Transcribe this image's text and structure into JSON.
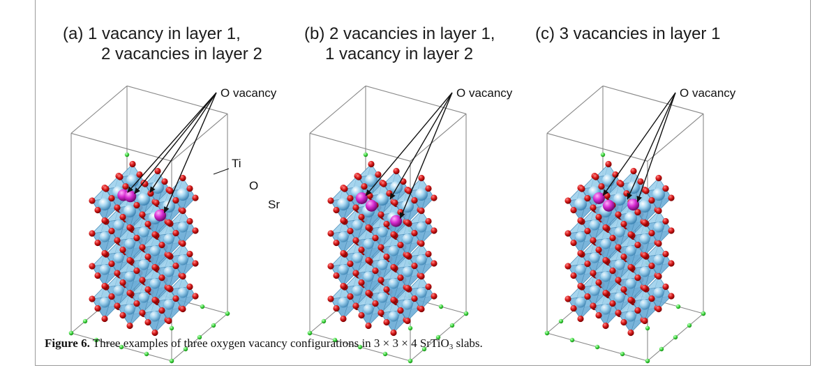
{
  "panels": [
    {
      "title_line1": "(a) 1 vacancy in layer 1,",
      "title_line2": "2 vacancies in layer 2",
      "vacancy_label": "O vacancy",
      "atom_labels": {
        "ti": "Ti",
        "o": "O",
        "sr": "Sr"
      }
    },
    {
      "title_line1": "(b) 2 vacancies in layer 1,",
      "title_line2": "1 vacancy in layer 2",
      "vacancy_label": "O vacancy"
    },
    {
      "title_line1": "(c) 3 vacancies in layer 1",
      "title_line2": "",
      "vacancy_label": "O vacancy"
    }
  ],
  "caption": {
    "label": "Figure 6.",
    "text_before": " Three examples of three oxygen vacancy configurations in 3 × 3 × 4 SrTiO",
    "subscript": "3",
    "text_after": " slabs."
  },
  "colors": {
    "octahedron": "#8ec9e8",
    "octahedron_edge": "#4f8fb8",
    "ti_atom": "#9fd3f0",
    "o_atom": "#d81b1b",
    "sr_atom": "#44d944",
    "vacancy": "#d62bd0",
    "cell_line": "#888888"
  }
}
